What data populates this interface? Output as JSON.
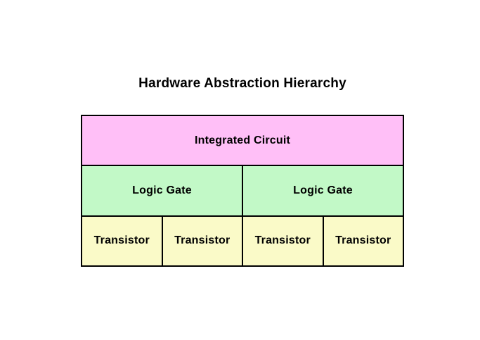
{
  "title": "Hardware Abstraction Hierarchy",
  "colors": {
    "background": "#ffffff",
    "border": "#000000",
    "text": "#000000",
    "integrated_circuit_fill": "#ffbff7",
    "logic_gate_fill": "#c2f9c7",
    "transistor_fill": "#fafac8"
  },
  "diagram": {
    "levels": [
      {
        "name": "integrated-circuit-level",
        "cells": [
          {
            "label": "Integrated Circuit"
          }
        ]
      },
      {
        "name": "logic-gate-level",
        "cells": [
          {
            "label": "Logic Gate"
          },
          {
            "label": "Logic Gate"
          }
        ]
      },
      {
        "name": "transistor-level",
        "cells": [
          {
            "label": "Transistor"
          },
          {
            "label": "Transistor"
          },
          {
            "label": "Transistor"
          },
          {
            "label": "Transistor"
          }
        ]
      }
    ]
  }
}
